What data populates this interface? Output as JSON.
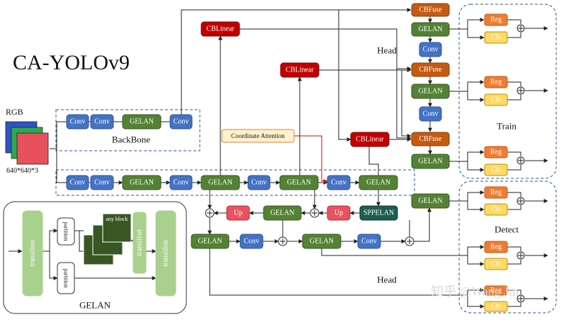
{
  "title": "CA-YOLOv9",
  "input": {
    "label_rgb": "RGB",
    "label_size": "640*640*3"
  },
  "labels": {
    "backbone": "BackBone",
    "head_top": "Head",
    "head_bottom": "Head",
    "train": "Train",
    "detect": "Detect",
    "gelan_inset": "GELAN",
    "coordinate_attention": "Coordinate Attention",
    "watermark": "知乎 @Wang Jin"
  },
  "blocks": {
    "conv": "Conv",
    "gelan": "GELAN",
    "cblinear": "CBLinear",
    "cbfuse": "CBFuse",
    "up": "Up",
    "sppelan": "SPPELAN",
    "reg": "Reg",
    "cls": "Cls",
    "transition": "transition",
    "partition": "partition",
    "any_block": "any block"
  },
  "colors": {
    "conv": "#4472c4",
    "gelan": "#548235",
    "cblinear": "#c00000",
    "cbfuse": "#c55a11",
    "up": "#e8535f",
    "sppelan": "#1f5c52",
    "reg": "#ed7d31",
    "cls": "#ffd966",
    "transition": "#a9d18e",
    "coord_fill": "#fff2cc",
    "coord_border": "#ed7d31",
    "dashed": "#2f5597"
  }
}
